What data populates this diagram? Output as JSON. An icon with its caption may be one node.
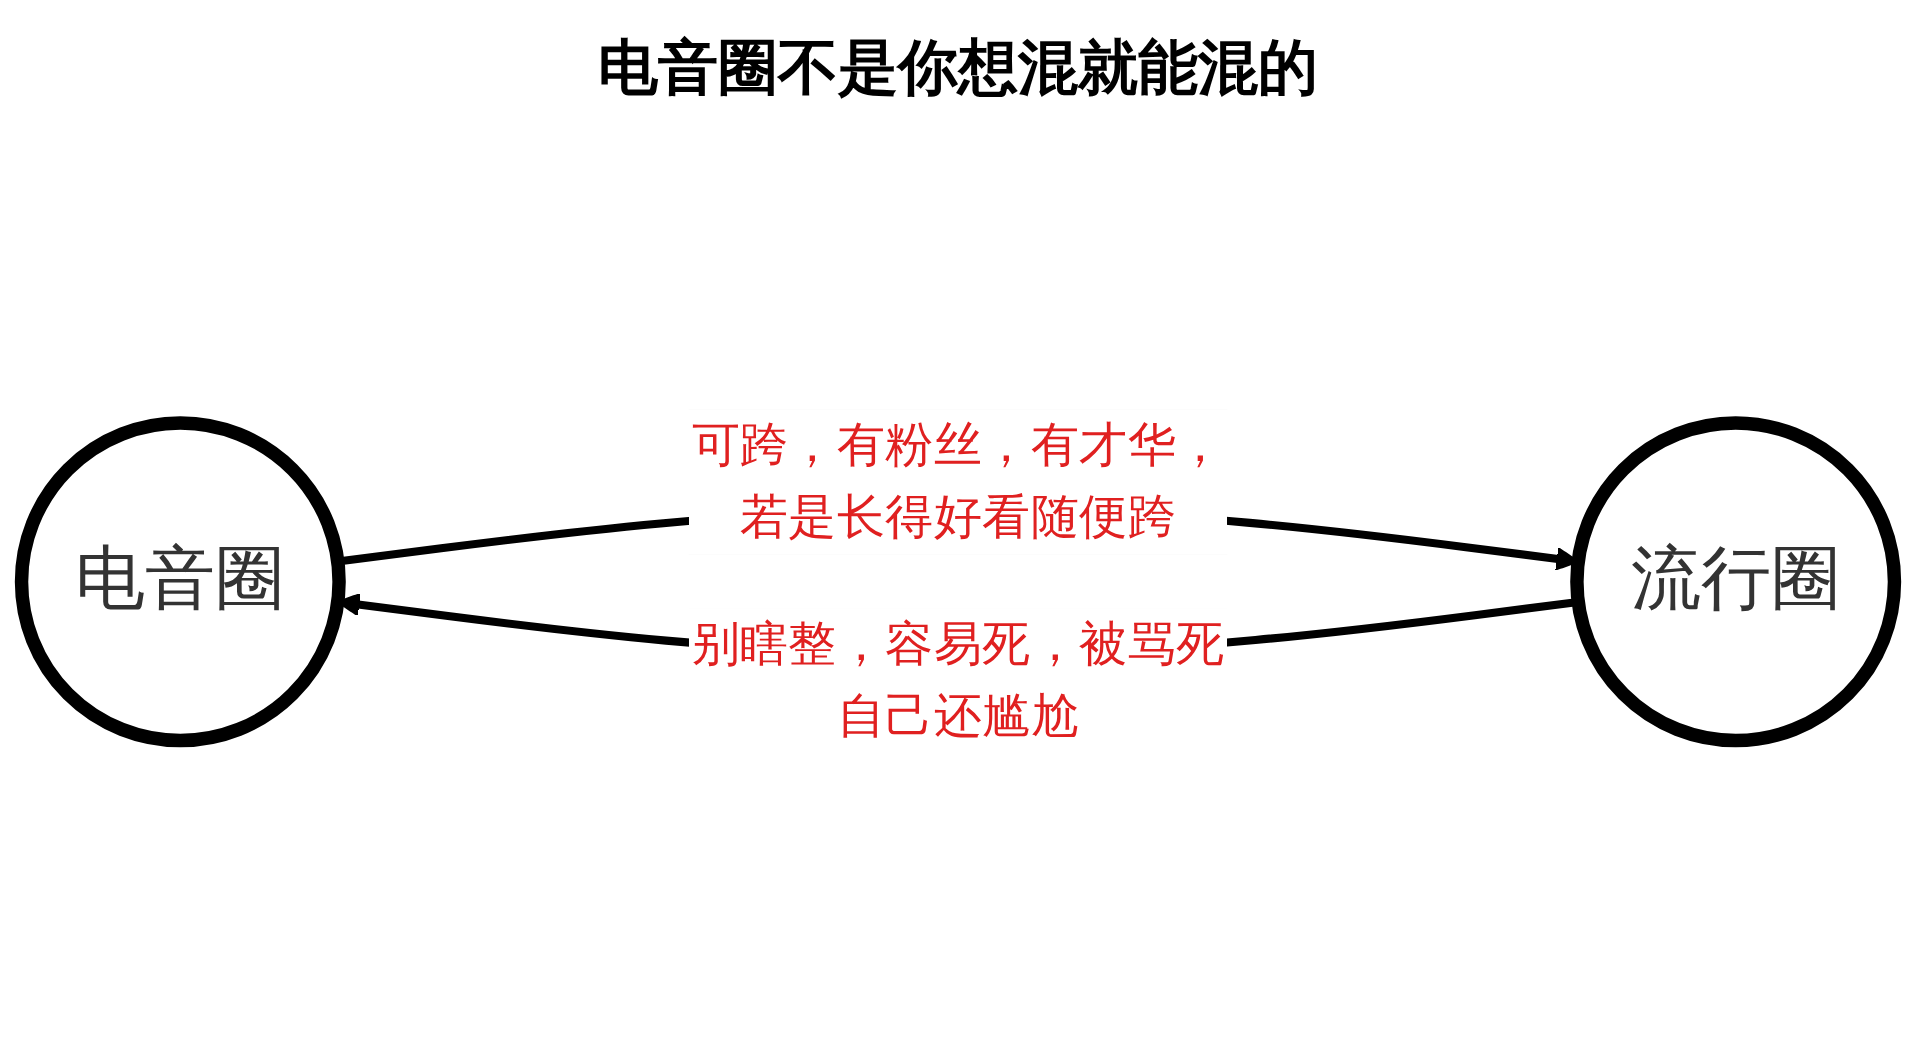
{
  "diagram": {
    "title": "电音圈不是你想混就能混的",
    "nodes": [
      {
        "text": [
          "电音圈"
        ]
      },
      {
        "text": [
          "流行圈"
        ]
      }
    ],
    "edges": [
      {
        "from": 0,
        "to": 1,
        "arrow": "to",
        "label": "可跨，有粉丝，有才华，若是长得好看随便跨"
      },
      {
        "from": 1,
        "to": 0,
        "arrow": "to",
        "label": "别瞎整，容易死，被骂死自己还尴尬"
      }
    ]
  }
}
